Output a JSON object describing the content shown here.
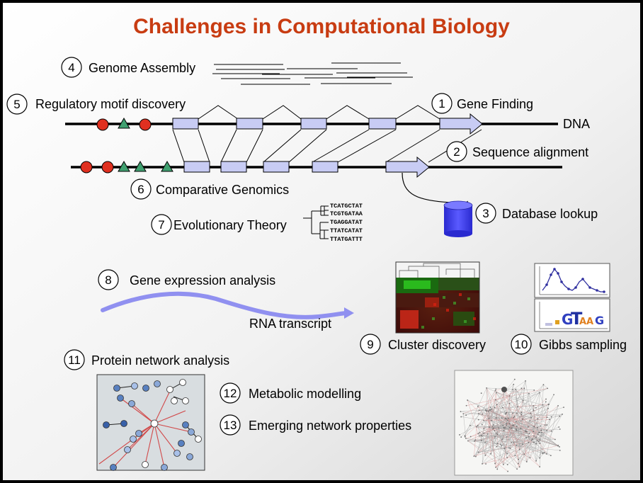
{
  "title": "Challenges in Computational Biology",
  "items": [
    {
      "num": "1",
      "label": "Gene Finding"
    },
    {
      "num": "2",
      "label": "Sequence alignment"
    },
    {
      "num": "3",
      "label": "Database lookup"
    },
    {
      "num": "4",
      "label": "Genome Assembly"
    },
    {
      "num": "5",
      "label": "Regulatory motif discovery"
    },
    {
      "num": "6",
      "label": "Comparative Genomics"
    },
    {
      "num": "7",
      "label": "Evolutionary Theory"
    },
    {
      "num": "8",
      "label": "Gene expression analysis"
    },
    {
      "num": "9",
      "label": "Cluster discovery"
    },
    {
      "num": "10",
      "label": "Gibbs sampling"
    },
    {
      "num": "11",
      "label": "Protein network analysis"
    },
    {
      "num": "12",
      "label": "Metabolic modelling"
    },
    {
      "num": "13",
      "label": "Emerging network properties"
    }
  ],
  "dna_label": "DNA",
  "rna_label": "RNA transcript",
  "sequences": [
    "TCATGCTAT",
    "TCGTGATAA",
    "TGAGGATAT",
    "TTATCATAT",
    "TTATGATTT"
  ],
  "colors": {
    "title": "#c83c12",
    "exon": "#c8ccf4",
    "motif_red": "#e03020",
    "motif_green": "#40a070",
    "database": "#3838e0",
    "rna": "#9090f0"
  }
}
